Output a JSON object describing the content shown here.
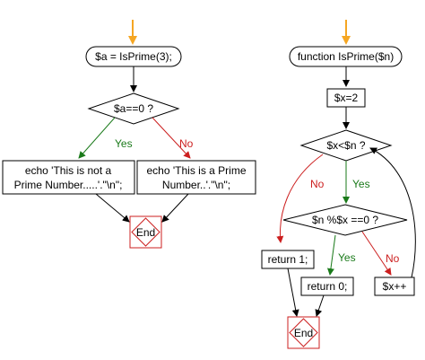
{
  "left_flow": {
    "call": "$a = IsPrime(3);",
    "decision": "$a==0 ?",
    "yes_label": "Yes",
    "no_label": "No",
    "yes_action_line1": "echo 'This is not a",
    "yes_action_line2": "Prime Number.....'.\"\\n\";",
    "no_action_line1": "echo 'This is a Prime",
    "no_action_line2": "Number..'.\"\\n\";",
    "end": "End"
  },
  "right_flow": {
    "function": "function IsPrime($n)",
    "init": "$x=2",
    "loop_decision": "$x<$n ?",
    "loop_yes": "Yes",
    "loop_no": "No",
    "mod_decision": "$n %$x ==0 ?",
    "mod_yes": "Yes",
    "mod_no": "No",
    "return_true": "return 1;",
    "return_false": "return 0;",
    "increment": "$x++",
    "end": "End"
  },
  "colors": {
    "start_arrow": "#f5a623",
    "yes_arrow": "#1a7a1a",
    "no_arrow": "#cc1f1f",
    "end_box": "#cc1f1f",
    "line": "#000000"
  }
}
